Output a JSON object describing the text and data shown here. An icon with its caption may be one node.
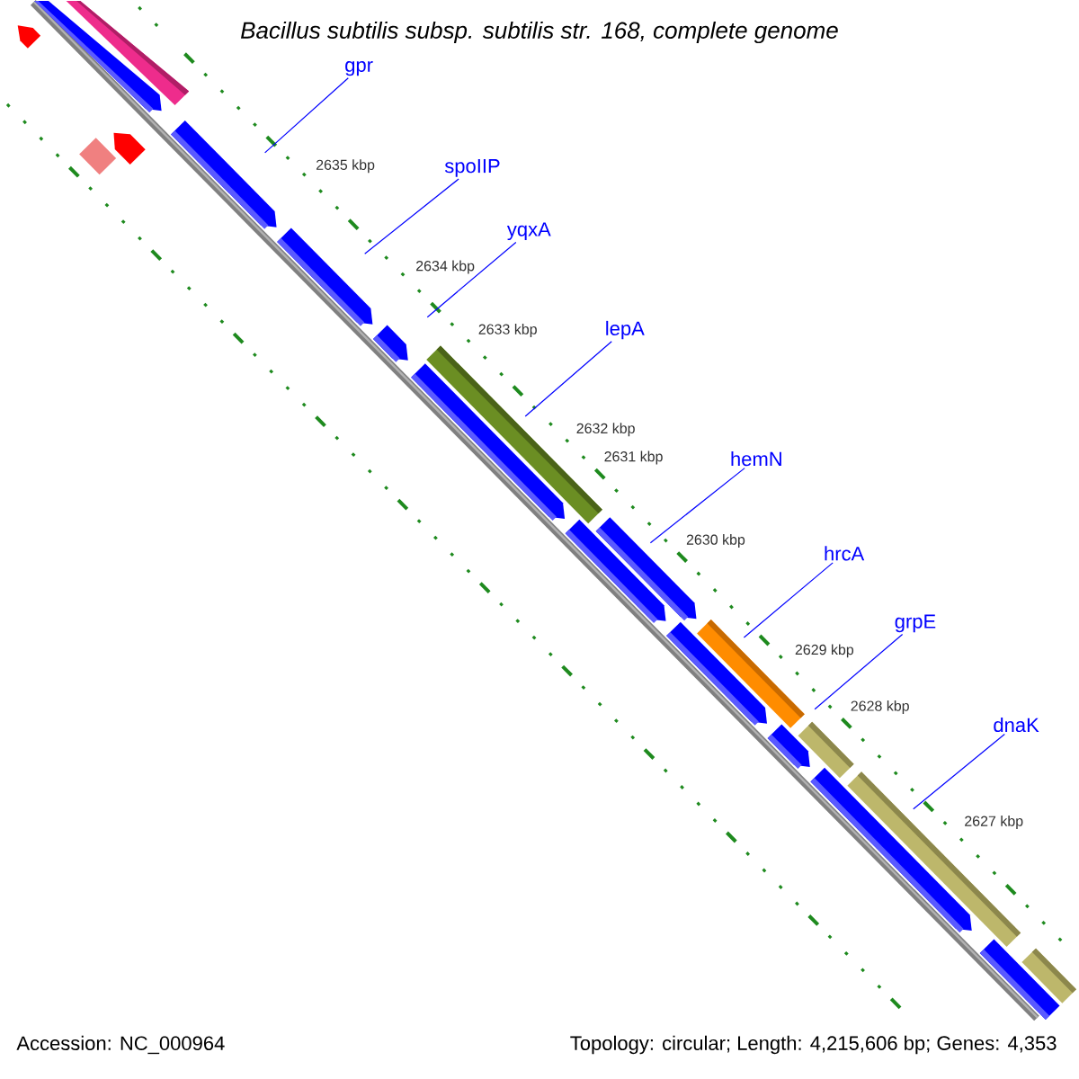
{
  "diagram": {
    "title": "Bacillus subtilis subsp. subtilis str. 168, complete genome",
    "nodes": [
      {
        "text": [
          "gpr"
        ]
      },
      {
        "text": [
          "spoIIP"
        ]
      },
      {
        "text": [
          "yqxA"
        ]
      },
      {
        "text": [
          "lepA"
        ]
      },
      {
        "text": [
          "hemN"
        ]
      },
      {
        "text": [
          "hrcA"
        ]
      },
      {
        "text": [
          "grpE"
        ]
      },
      {
        "text": [
          "dnaK"
        ]
      }
    ],
    "edges": [
      {
        "from": 0,
        "to": null,
        "arrow": "none"
      },
      {
        "from": 1,
        "to": null,
        "arrow": "none"
      },
      {
        "from": 2,
        "to": null,
        "arrow": "none"
      },
      {
        "from": 3,
        "to": null,
        "arrow": "none"
      },
      {
        "from": 4,
        "to": null,
        "arrow": "none"
      },
      {
        "from": 5,
        "to": null,
        "arrow": "none"
      },
      {
        "from": 6,
        "to": null,
        "arrow": "none"
      },
      {
        "from": 7,
        "to": null,
        "arrow": "none"
      }
    ],
    "labels": [
      "2635 kbp",
      "2634 kbp",
      "2633 kbp",
      "2632 kbp",
      "2631 kbp",
      "2630 kbp",
      "2629 kbp",
      "2628 kbp",
      "2627 kbp",
      "Accession: NC_000964",
      "Topology: circular; Length: 4,215,606 bp; Genes: 4,353"
    ]
  }
}
